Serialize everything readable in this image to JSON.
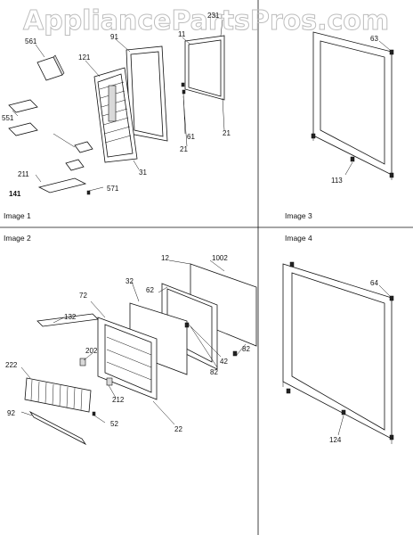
{
  "watermark": "AppliancePartsPros.com",
  "panels": [
    {
      "caption": "Image 1",
      "labels": [
        "561",
        "121",
        "91",
        "11",
        "231",
        "551",
        "61",
        "21",
        "21",
        "31",
        "211",
        "571",
        "141"
      ]
    },
    {
      "caption": "Image 3",
      "labels": [
        "63",
        "113"
      ]
    },
    {
      "caption": "Image 2",
      "labels": [
        "12",
        "1002",
        "32",
        "62",
        "72",
        "132",
        "202",
        "222",
        "212",
        "92",
        "52",
        "22",
        "82",
        "42",
        "82"
      ]
    },
    {
      "caption": "Image 4",
      "labels": [
        "64",
        "124"
      ]
    }
  ]
}
